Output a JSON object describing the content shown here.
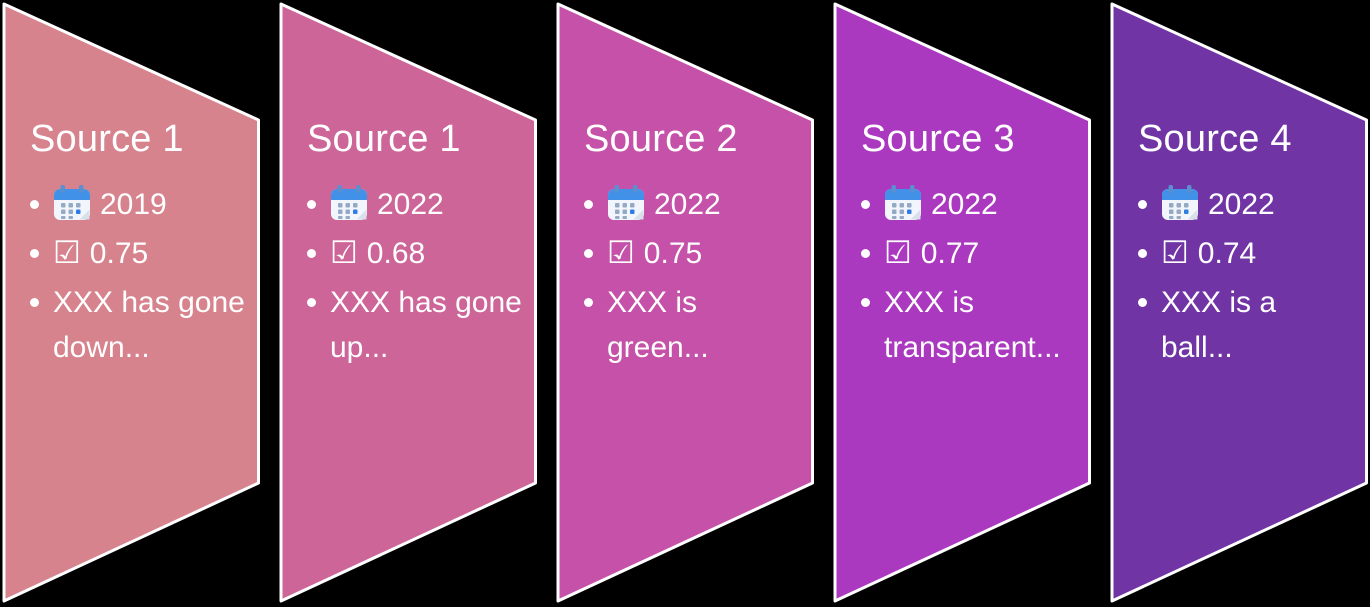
{
  "background_color": "#000000",
  "icons": {
    "checkbox_glyph": "☑"
  },
  "panels": [
    {
      "title": "Source 1",
      "year": "2019",
      "score": "0.75",
      "note": "XXX has gone\ndown...",
      "fill": "#d6838e"
    },
    {
      "title": "Source 1",
      "year": "2022",
      "score": "0.68",
      "note": "XXX has gone\nup...",
      "fill": "#cd6598"
    },
    {
      "title": "Source 2",
      "year": "2022",
      "score": "0.75",
      "note": "XXX is\ngreen...",
      "fill": "#c551a8"
    },
    {
      "title": "Source 3",
      "year": "2022",
      "score": "0.77",
      "note": "XXX is\ntransparent...",
      "fill": "#ab39c0"
    },
    {
      "title": "Source 4",
      "year": "2022",
      "score": "0.74",
      "note": "XXX is a ball...",
      "fill": "#7134a5"
    }
  ]
}
